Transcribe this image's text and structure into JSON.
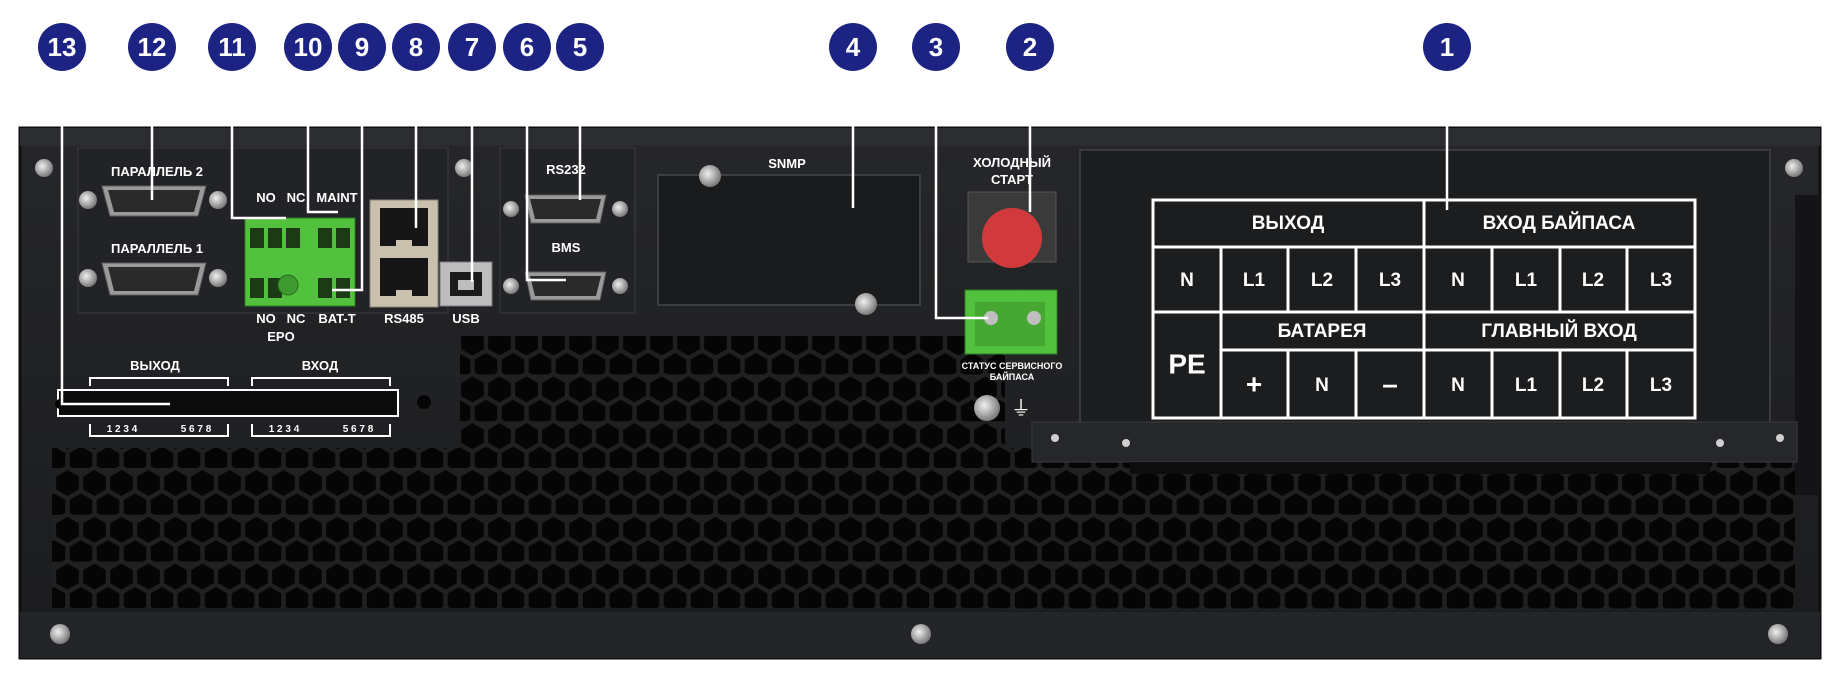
{
  "callouts": [
    "13",
    "12",
    "11",
    "10",
    "9",
    "8",
    "7",
    "6",
    "5",
    "4",
    "3",
    "2",
    "1"
  ],
  "labels": {
    "parallel2": "ПАРАЛЛЕЛЬ 2",
    "parallel1": "ПАРАЛЛЕЛЬ 1",
    "no_top": "NO",
    "nc_top": "NC",
    "maint": "MAINT",
    "no_bottom": "NO",
    "nc_bottom": "NC",
    "epo": "EPO",
    "bat_t": "BAT-T",
    "rs485": "RS485",
    "usb": "USB",
    "rs232": "RS232",
    "bms": "BMS",
    "snmp": "SNMP",
    "cold_start": "ХОЛОДНЫЙ СТАРТ",
    "service_status_1": "СТАТУС СЕРВИСНОГО",
    "service_status_2": "БАЙПАСА",
    "slot_output": "ВЫХОД",
    "slot_input": "ВХОД",
    "slot_pins_a": "1 2 3 4",
    "slot_pins_b": "5 6 7 8"
  },
  "terminal_table": {
    "output_header": "ВЫХОД",
    "bypass_header": "ВХОД БАЙПАСА",
    "top_row": [
      "N",
      "L1",
      "L2",
      "L3",
      "N",
      "L1",
      "L2",
      "L3"
    ],
    "pe": "PE",
    "battery_header": "БАТАРЕЯ",
    "main_input_header": "ГЛАВНЫЙ ВХОД",
    "bottom_row": [
      "+",
      "N",
      "–",
      "N",
      "L1",
      "L2",
      "L3"
    ]
  },
  "colors": {
    "callout": "#1d2383",
    "panel": "#1b1c1e",
    "terminal_green": "#52c13e",
    "cold_start_red": "#d13a3c"
  }
}
